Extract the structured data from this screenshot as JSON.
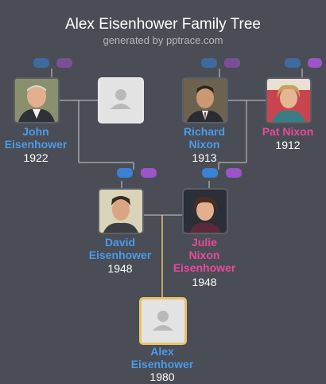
{
  "header": {
    "title": "Alex Eisenhower Family Tree",
    "subtitle": "generated by pptrace.com"
  },
  "people": {
    "john": {
      "name_line1": "John",
      "name_line2": "Eisenhower",
      "year": "1922"
    },
    "richard": {
      "name_line1": "Richard",
      "name_line2": "Nixon",
      "year": "1913"
    },
    "pat": {
      "name_line1": "Pat Nixon",
      "year": "1912"
    },
    "david": {
      "name_line1": "David",
      "name_line2": "Eisenhower",
      "year": "1948"
    },
    "julie": {
      "name_line1": "Julie",
      "name_line2": "Nixon",
      "name_line3": "Eisenhower",
      "year": "1948"
    },
    "alex": {
      "name_line1": "Alex",
      "name_line2": "Eisenhower",
      "year": "1980"
    }
  },
  "colors": {
    "background": "#4a4d55",
    "male": "#4a9bea",
    "female": "#e84a9b",
    "focus_border": "#e8c46a",
    "father_pill": "#3b82d6",
    "mother_pill": "#9b55c8"
  }
}
